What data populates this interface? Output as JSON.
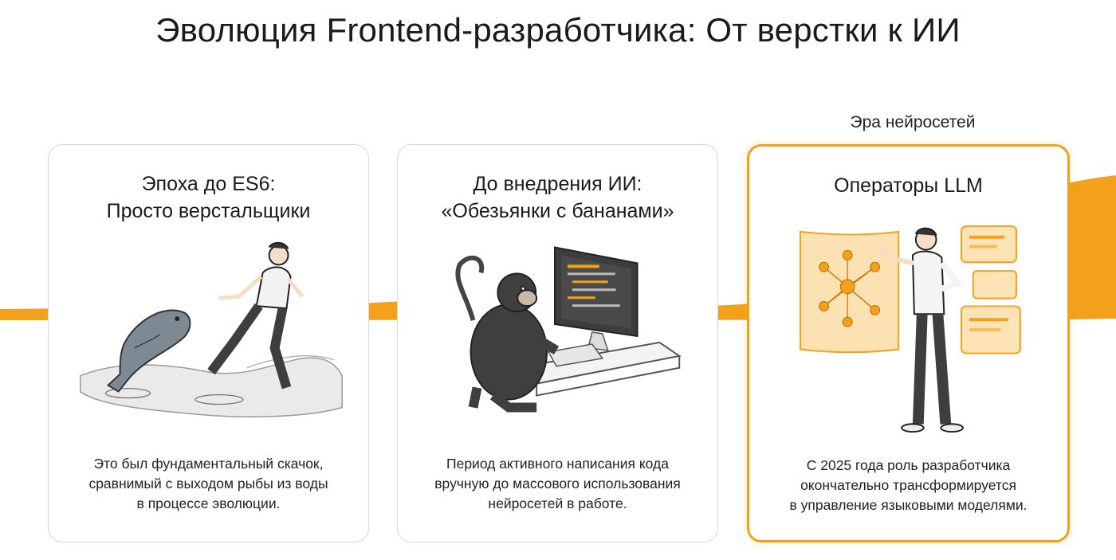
{
  "title": "Эволюция Frontend-разработчика: От верстки к ИИ",
  "era_label": "Эра нейросетей",
  "accent_color": "#f3a11b",
  "cards": [
    {
      "title_lines": [
        "Эпоха до ES6:",
        "Просто верстальщики"
      ],
      "text_lines": [
        "Это был фундаментальный скачок,",
        "сравнимый с выходом рыбы из воды",
        "в процессе эволюции."
      ],
      "illustration": "fish-and-running-man"
    },
    {
      "title_lines": [
        "До внедрения ИИ:",
        "«Обезьянки с бананами»"
      ],
      "text_lines": [
        "Период активного написания кода",
        "вручную до массового использования",
        "нейросетей в работе."
      ],
      "illustration": "monkey-at-computer"
    },
    {
      "title_lines": [
        "Операторы LLM"
      ],
      "text_lines": [
        "С 2025 года роль разработчика",
        "окончательно трансформируется",
        "в управление языковыми моделями."
      ],
      "illustration": "man-with-holographic-ai-screens"
    }
  ]
}
